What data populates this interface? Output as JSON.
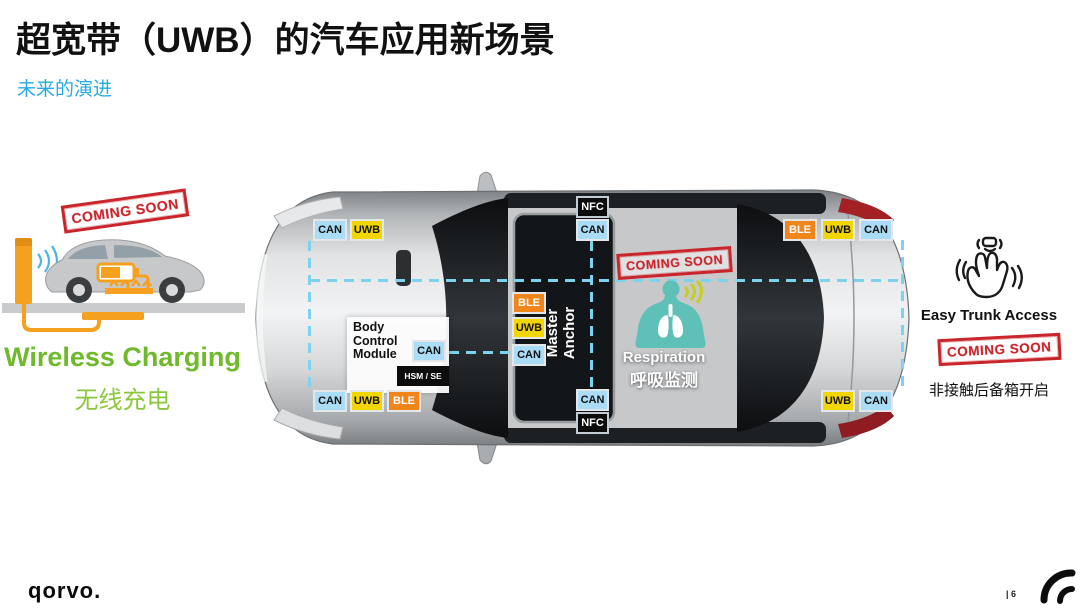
{
  "header": {
    "title": "超宽带（UWB）的汽车应用新场景",
    "subtitle": "未来的演进"
  },
  "stamp_label": "COMING SOON",
  "chip_labels": {
    "can": "CAN",
    "uwb": "UWB",
    "ble": "BLE",
    "nfc": "NFC"
  },
  "wireless_charging": {
    "title_en": "Wireless Charging",
    "title_zh": "无线充电"
  },
  "car_diagram": {
    "bcm_label": "Body Control Module",
    "bcm_security": "HSM / SE",
    "master_anchor": "Master Anchor",
    "respiration_en": "Respiration",
    "respiration_zh": "呼吸监测",
    "chip_groups": {
      "front_left_top": [
        "CAN",
        "UWB"
      ],
      "front_left_bottom": [
        "CAN",
        "UWB",
        "BLE"
      ],
      "center_top": [
        "NFC",
        "CAN"
      ],
      "center_bottom": [
        "CAN",
        "NFC"
      ],
      "master_anchor_stack": [
        "BLE",
        "UWB",
        "CAN"
      ],
      "rear_right_top": [
        "BLE",
        "UWB",
        "CAN"
      ],
      "rear_right_bottom": [
        "UWB",
        "CAN"
      ]
    }
  },
  "trunk_access": {
    "title_en": "Easy Trunk Access",
    "title_zh": "非接触后备箱开启"
  },
  "footer": {
    "logo": "qorvo.",
    "page": "| 6"
  },
  "icons": {
    "car-top-view": "sedan seen from above",
    "ev-charging-illustration": "car with wireless charging pad",
    "respiration-icon": "person torso with lungs",
    "hand-wave-icon": "waving hand gesture with key fob",
    "qorvo-arcs-icon": "two concentric arcs"
  },
  "colors": {
    "accent_cyan": "#29abe2",
    "green": "#6fb92c",
    "stamp_red": "#c9252c",
    "chip_can": "#aaddf5",
    "chip_uwb": "#f2d602",
    "chip_ble": "#f0851c",
    "chip_nfc": "#0c0c0c",
    "dashed_line": "#7fd2ee"
  }
}
